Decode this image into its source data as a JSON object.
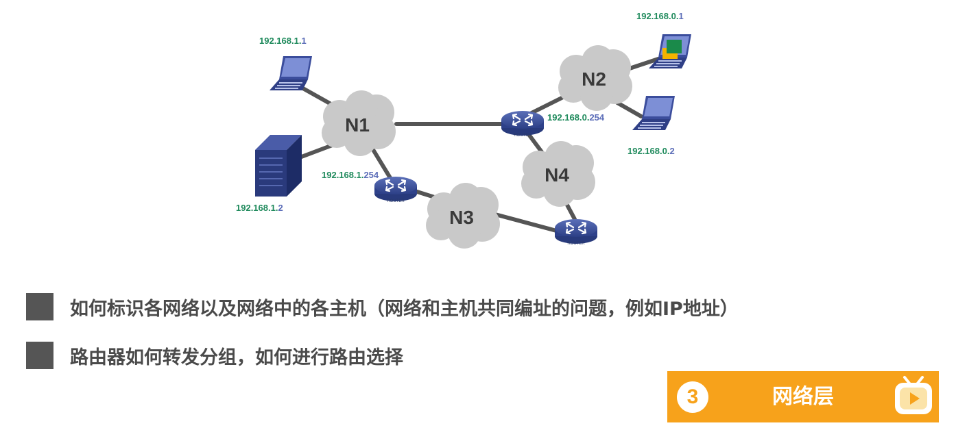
{
  "diagram": {
    "clouds": [
      {
        "id": "N1",
        "label": "N1"
      },
      {
        "id": "N2",
        "label": "N2"
      },
      {
        "id": "N3",
        "label": "N3"
      },
      {
        "id": "N4",
        "label": "N4"
      }
    ],
    "routers": [
      {
        "id": "router-1",
        "label": "ROUTER"
      },
      {
        "id": "router-2",
        "label": "ROUTER"
      },
      {
        "id": "router-3",
        "label": "ROUTER"
      }
    ],
    "ip_labels": [
      {
        "id": "host-laptop-1",
        "prefix": "192.168.1.",
        "suffix": "1"
      },
      {
        "id": "host-server",
        "prefix": "192.168.1.",
        "suffix": "2"
      },
      {
        "id": "router-1-n1",
        "prefix": "192.168.1.",
        "suffix": "254"
      },
      {
        "id": "host-laptop-2",
        "prefix": "192.168.0.",
        "suffix": "1"
      },
      {
        "id": "router-2-n2",
        "prefix": "192.168.0.",
        "suffix": "254"
      },
      {
        "id": "host-laptop-3",
        "prefix": "192.168.0.",
        "suffix": "2"
      }
    ],
    "colors": {
      "ip_prefix": "#1f8a5c",
      "ip_suffix": "#5b6db8",
      "cloud": "#c9c9c9",
      "link": "#555555"
    }
  },
  "bullets": [
    "如何标识各网络以及网络中的各主机（网络和主机共同编址的问题，例如IP地址）",
    "路由器如何转发分组，如何进行路由选择"
  ],
  "chapter_badge": {
    "number": "3",
    "title": "网络层",
    "icon": "tv-play-icon",
    "color": "#f7a21b"
  }
}
